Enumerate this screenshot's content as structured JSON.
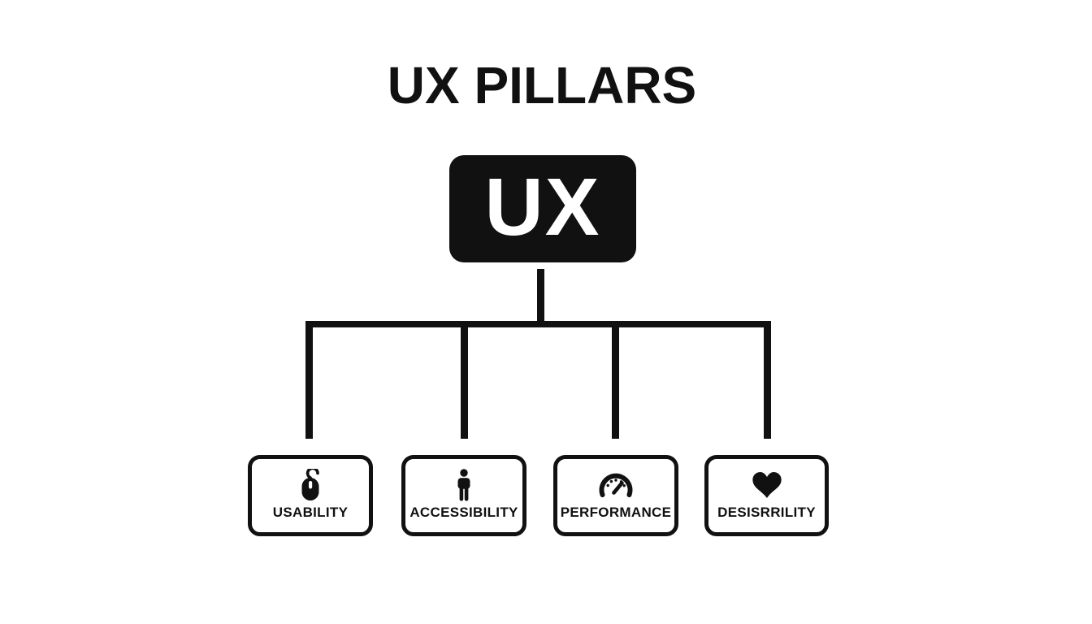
{
  "title": "UX PILLARS",
  "root": {
    "label": "UX"
  },
  "pillars": [
    {
      "label": "USABILITY",
      "icon": "mouse-icon"
    },
    {
      "label": "ACCESSIBILITY",
      "icon": "person-icon"
    },
    {
      "label": "PERFORMANCE",
      "icon": "gauge-icon"
    },
    {
      "label": "DESISRRILITY",
      "icon": "heart-icon"
    }
  ],
  "colors": {
    "ink": "#111111",
    "background": "#ffffff",
    "root_node_fill": "#111111",
    "root_node_text": "#ffffff"
  }
}
